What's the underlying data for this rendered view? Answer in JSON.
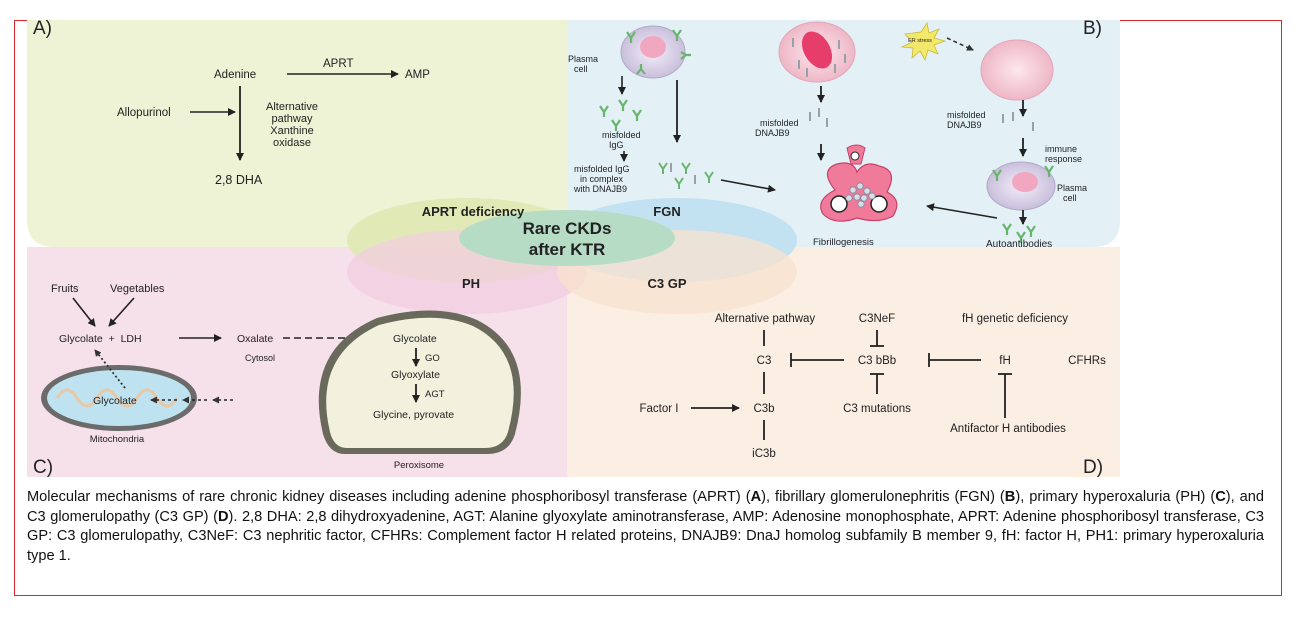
{
  "panels": {
    "A": {
      "label": "A)",
      "adenine": "Adenine",
      "aprt": "APRT",
      "amp": "AMP",
      "allopurinol": "Allopurinol",
      "pathway": [
        "Alternative",
        "pathway",
        "Xanthine",
        "oxidase"
      ],
      "dha": "2,8 DHA",
      "title": "APRT deficiency"
    },
    "B": {
      "label": "B)",
      "plasma_cell": [
        "Plasma",
        "cell"
      ],
      "misfolded_igg": [
        "misfolded",
        "IgG"
      ],
      "complex": [
        "misfolded IgG",
        "in complex",
        "with DNAJB9"
      ],
      "misfolded_dnajb9_a": [
        "misfolded",
        "DNAJB9"
      ],
      "misfolded_dnajb9_b": [
        "misfolded",
        "DNAJB9"
      ],
      "er_stress": "ER stress",
      "immune": [
        "immune",
        "response"
      ],
      "plasma_cell_b": [
        "Plasma",
        "cell"
      ],
      "fibrillogenesis": "Fibrillogenesis",
      "autoantibodies": "Autoantibodies",
      "title": "FGN"
    },
    "C": {
      "label": "C)",
      "fruits": "Fruits",
      "vegetables": "Vegetables",
      "glycolate_ldh": "Glycolate  +  LDH",
      "oxalate": "Oxalate",
      "cytosol": "Cytosol",
      "mito_glycolate": "Glycolate",
      "mitochondria": "Mitochondria",
      "perox_glycolate": "Glycolate",
      "go": "GO",
      "glyoxylate": "Glyoxylate",
      "agt": "AGT",
      "products": "Glycine, pyrovate",
      "peroxisome": "Peroxisome",
      "title": "PH"
    },
    "D": {
      "label": "D)",
      "alt_pathway": "Alternative pathway",
      "c3nef": "C3NeF",
      "fh_deficiency": "fH genetic deficiency",
      "c3": "C3",
      "c3bbb": "C3 bBb",
      "fh": "fH",
      "cfhrs": "CFHRs",
      "factor_i": "Factor I",
      "c3b": "C3b",
      "c3_mutations": "C3 mutations",
      "antifactor": "Antifactor H antibodies",
      "ic3b": "iC3b",
      "title": "C3 GP"
    }
  },
  "center": {
    "line1": "Rare CKDs",
    "line2": "after KTR"
  },
  "colors": {
    "panel_a": "#eef3d6",
    "panel_b": "#e3f1f7",
    "panel_c": "#f6e0ea",
    "panel_d": "#fbeee3",
    "frame": "#d9262b"
  },
  "caption": {
    "parts": [
      "Molecular mechanisms of rare chronic kidney diseases including adenine phosphoribosyl transferase (APRT) (",
      "A",
      "), fibrillary glomerulonephritis (FGN) (",
      "B",
      "), primary hyperoxaluria (PH) (",
      "C",
      "), and C3 glomerulopathy (C3 GP) (",
      "D",
      "). 2,8 DHA: 2,8 dihydroxyadenine, AGT: Alanine glyoxylate aminotransferase, AMP: Adenosine monophosphate, APRT: Adenine phosphoribosyl transferase, C3 GP: C3 glomerulopathy, C3NeF: C3 nephritic factor, CFHRs: Complement factor H related proteins, DNAJB9: DnaJ homolog subfamily B member 9, fH: factor H, PH1: primary hyperoxaluria type 1."
    ]
  }
}
